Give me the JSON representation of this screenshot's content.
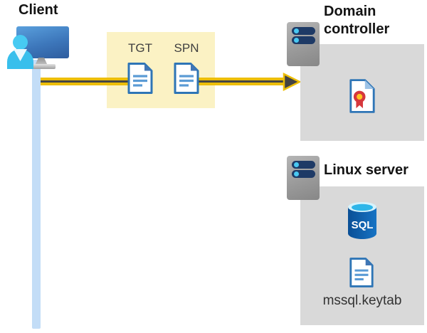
{
  "diagram": {
    "client": {
      "label": "Client"
    },
    "tickets": {
      "tgt_label": "TGT",
      "spn_label": "SPN"
    },
    "arrow": {
      "direction": "client-to-domain-controller"
    },
    "domain_controller": {
      "label_line1": "Domain",
      "label_line2": "controller"
    },
    "linux_server": {
      "label": "Linux server",
      "sql_label": "SQL",
      "keytab_label": "mssql.keytab"
    },
    "colors": {
      "ticket_box_bg": "#FBF2C4",
      "arrow_gold": "#EDBE07",
      "arrow_core": "#454545",
      "box_gray": "#D9D9D9",
      "doc_border_blue": "#2E75B6",
      "client_bar_blue": "#C3DDF7",
      "person_cyan": "#38BFEC",
      "monitor_blue": "#3D77BB",
      "server_gray": "#9A9A9A",
      "sql_body_blue": "#0F5CA8",
      "sql_top_cyan": "#2EB6E9",
      "cert_red": "#D6373C",
      "cert_yellow": "#FFC421"
    }
  }
}
